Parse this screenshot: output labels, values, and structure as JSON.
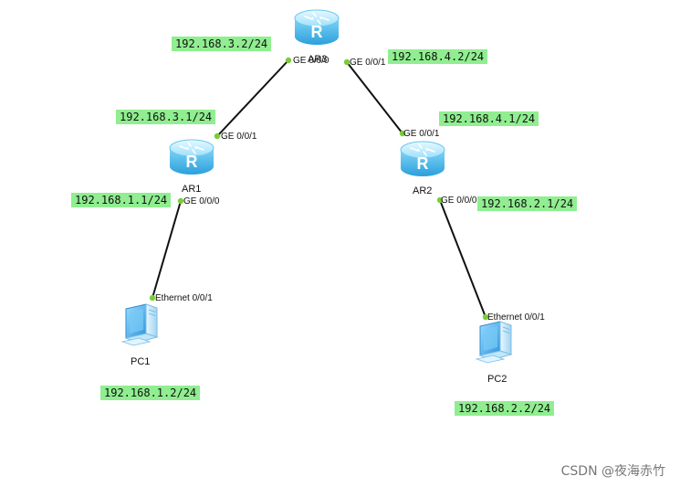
{
  "devices": {
    "ar3": {
      "name": "AR3",
      "icon": "router-icon"
    },
    "ar1": {
      "name": "AR1",
      "icon": "router-icon"
    },
    "ar2": {
      "name": "AR2",
      "icon": "router-icon"
    },
    "pc1": {
      "name": "PC1",
      "icon": "pc-icon"
    },
    "pc2": {
      "name": "PC2",
      "icon": "pc-icon"
    }
  },
  "ports": {
    "ar3_ge000": "GE 0/0/0",
    "ar3_ge001": "GE 0/0/1",
    "ar1_ge001": "GE 0/0/1",
    "ar1_ge000": "GE 0/0/0",
    "ar2_ge001": "GE 0/0/1",
    "ar2_ge000": "GE 0/0/0",
    "pc1_eth": "Ethernet 0/0/1",
    "pc2_eth": "Ethernet 0/0/1"
  },
  "addresses": {
    "ar3_ge000": "192.168.3.2/24",
    "ar3_ge001": "192.168.4.2/24",
    "ar1_ge001": "192.168.3.1/24",
    "ar1_ge000": "192.168.1.1/24",
    "ar2_ge001": "192.168.4.1/24",
    "ar2_ge000": "192.168.2.1/24",
    "pc1": "192.168.1.2/24",
    "pc2": "192.168.2.2/24"
  },
  "watermark": "CSDN @夜海赤竹",
  "colors": {
    "link": "#111111",
    "port_dot": "#7ccc3a",
    "ip_label_bg": "#90ee90",
    "router_top": "#bfefff",
    "router_body": "#5fc3f0",
    "router_dark": "#2a9fd8",
    "pc_screen": "#4fb4ec",
    "pc_body": "#cfeeff"
  }
}
